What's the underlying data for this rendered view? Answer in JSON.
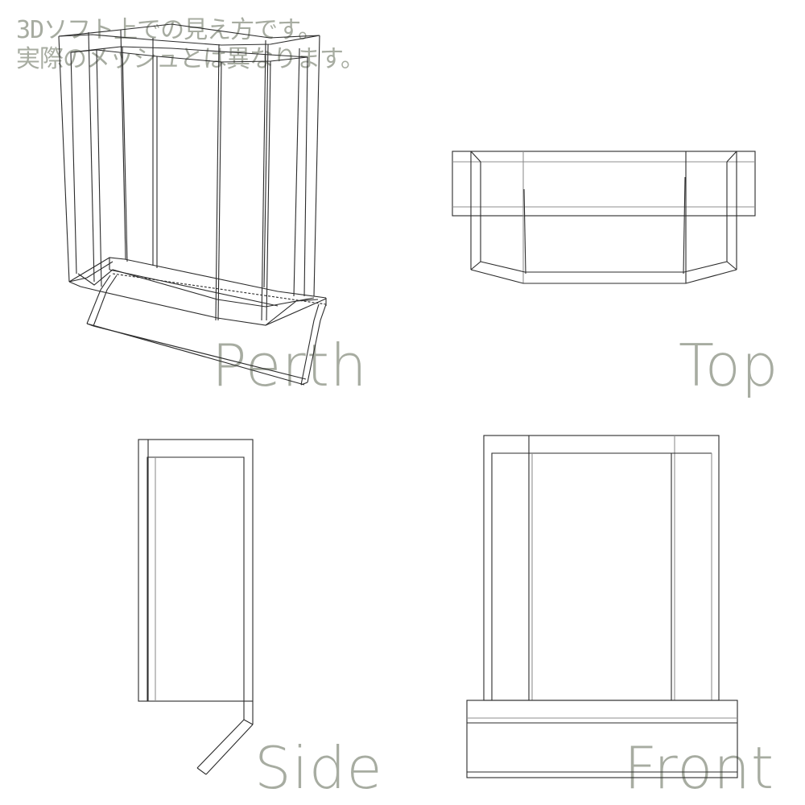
{
  "note": {
    "line1": "3Dソフト上での見え方です。",
    "line2": "実際のメッシュとは異なります。"
  },
  "views": [
    {
      "id": "perth",
      "label": "Perth"
    },
    {
      "id": "top",
      "label": "Top"
    },
    {
      "id": "side",
      "label": "Side"
    },
    {
      "id": "front",
      "label": "Front"
    }
  ],
  "colors": {
    "label_text": "#a7aca1",
    "wire_dark": "#2b2b2b",
    "wire_light": "#8f8f8f",
    "background": "#ffffff"
  }
}
